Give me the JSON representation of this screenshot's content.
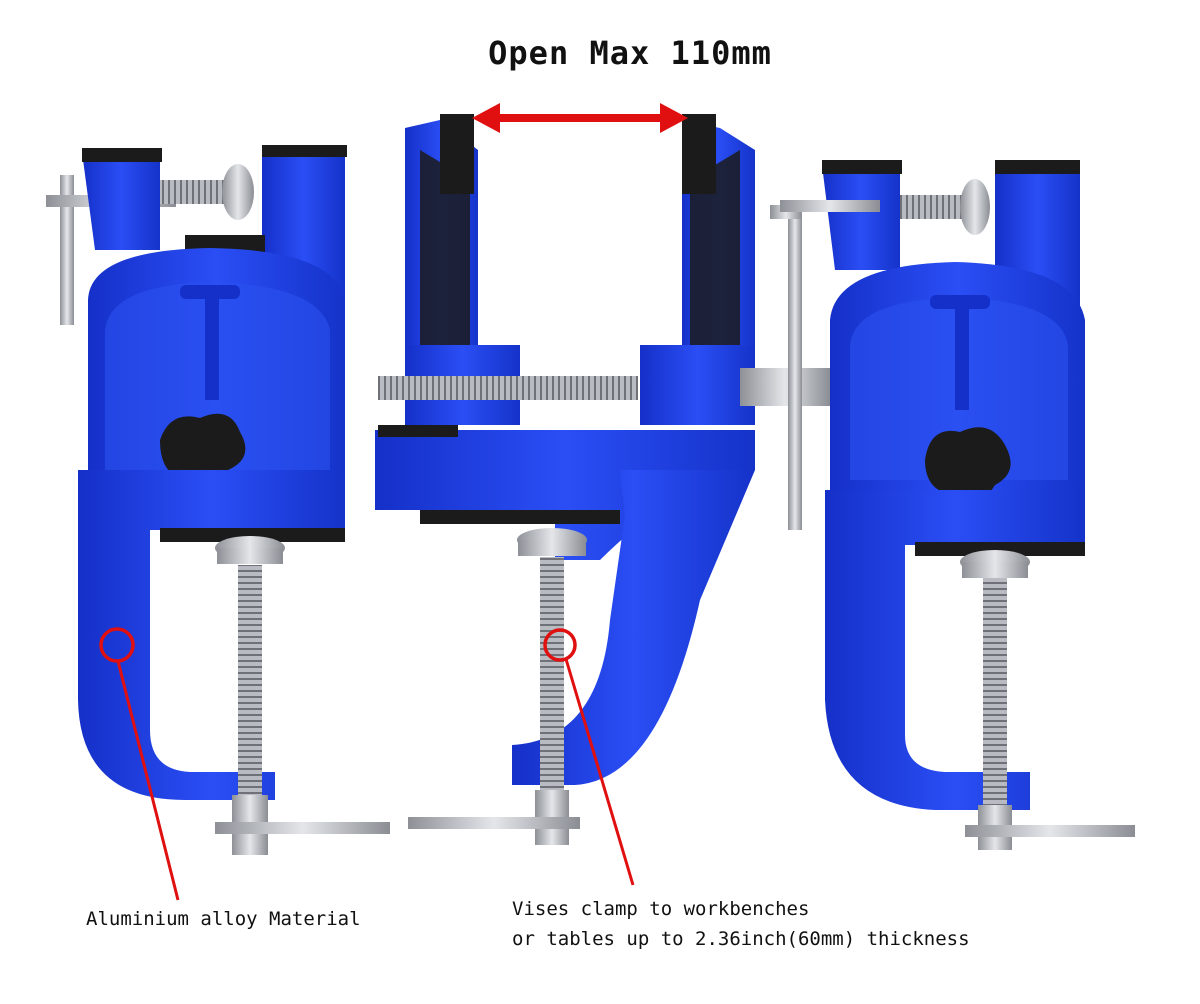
{
  "title": "Open Max 110mm",
  "callouts": {
    "material": "Aluminium alloy Material",
    "clamp_line1": "Vises clamp to workbenches",
    "clamp_line2": "or tables up to 2.36inch(60mm) thickness"
  },
  "colors": {
    "vise_body": "#1f3fe0",
    "vise_dark": "#0f23a8",
    "metal": "#b9bcc2",
    "rubber": "#1b1b1b",
    "annotation": "#e01010"
  }
}
